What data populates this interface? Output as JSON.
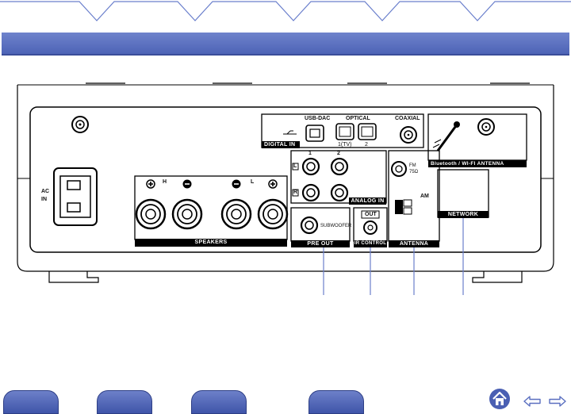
{
  "panel": {
    "ac_in": "AC\nIN",
    "speakers_label": "SPEAKERS",
    "speaker_h": "H",
    "speaker_l": "L",
    "usb_dac": "USB-DAC",
    "optical": "OPTICAL",
    "coaxial": "COAXIAL",
    "optical_1": "1(TV)",
    "optical_2": "2",
    "digital_in": "DIGITAL IN",
    "analog_in": "ANALOG IN",
    "analog_1": "1",
    "analog_2": "2",
    "analog_l": "L",
    "analog_r": "R",
    "subwoofer": "SUBWOOFER",
    "pre_out": "PRE OUT",
    "out": "OUT",
    "ir_control": "IR CONTROL",
    "fm": "FM\n75Ω",
    "am": "AM",
    "antenna": "ANTENNA",
    "bt_wifi_antenna": "Bluetooth / WI-FI ANTENNA",
    "network": "NETWORK"
  },
  "colors": {
    "banner": "#5a6fc0",
    "nav": "#4a5fb3"
  },
  "icons": [
    "home-icon",
    "back-arrow-icon",
    "forward-arrow-icon"
  ]
}
